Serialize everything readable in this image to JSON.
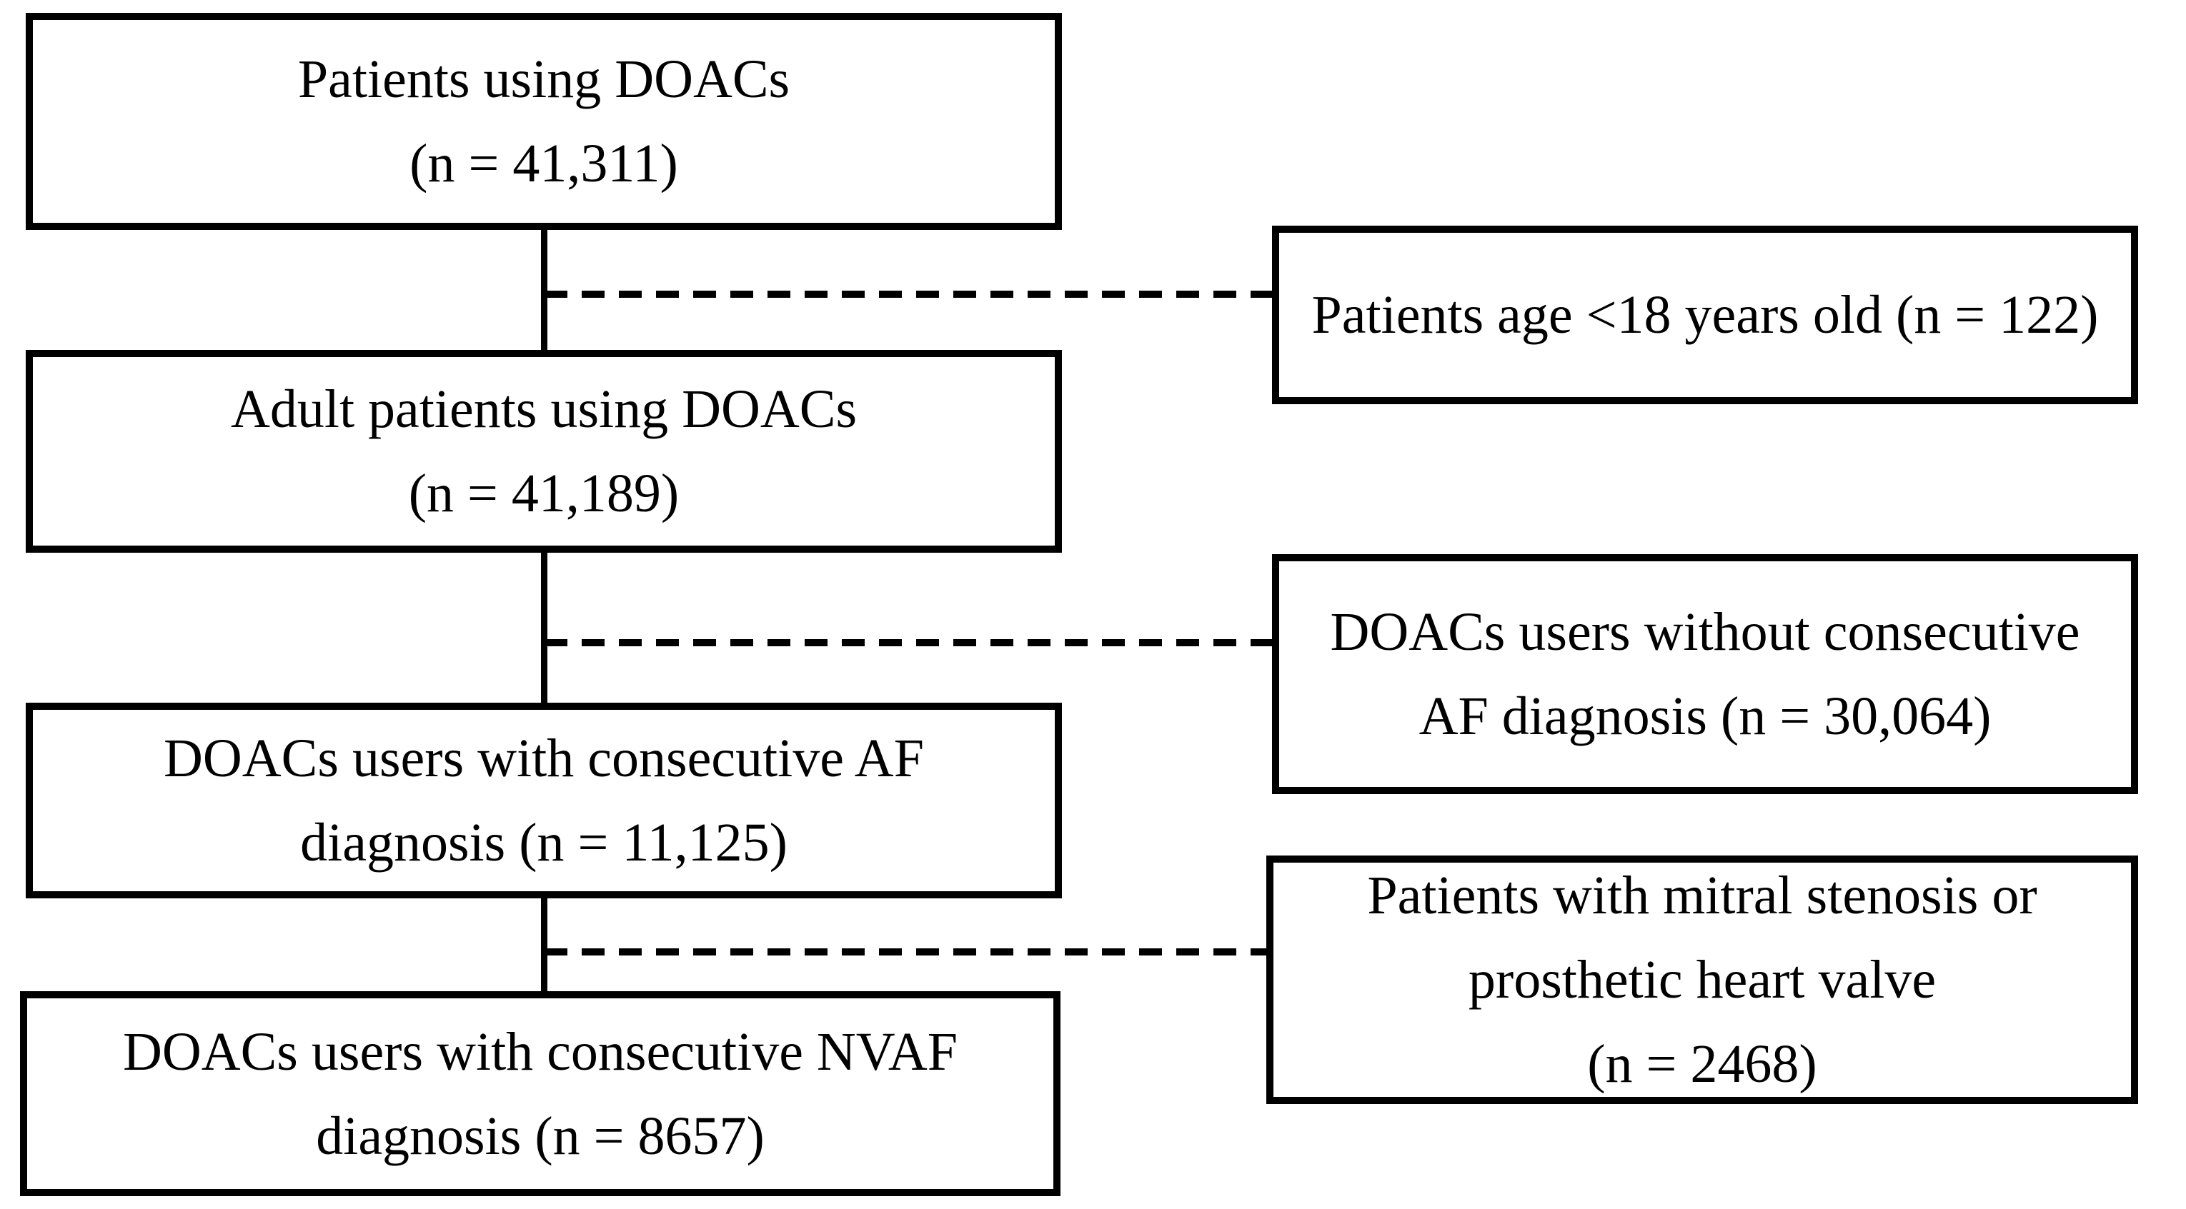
{
  "diagram": {
    "type": "flowchart",
    "colors": {
      "background": "#ffffff",
      "box_fill": "#ffffff",
      "box_border": "#000000",
      "text": "#000000",
      "connector": "#000000"
    },
    "flow_boxes": [
      {
        "id": "patients-using-doacs",
        "lines": [
          "Patients using DOACs",
          "(n = 41,311)"
        ]
      },
      {
        "id": "adult-patients-using-doacs",
        "lines": [
          "Adult patients using DOACs",
          "(n = 41,189)"
        ]
      },
      {
        "id": "doacs-users-consecutive-af",
        "lines": [
          "DOACs users with consecutive AF",
          "diagnosis (n = 11,125)"
        ]
      },
      {
        "id": "doacs-users-consecutive-nvaf",
        "lines": [
          "DOACs users with consecutive NVAF",
          "diagnosis (n = 8657)"
        ]
      }
    ],
    "exclusion_boxes": [
      {
        "id": "excluded-age",
        "lines": [
          "Patients age <18 years old (n = 122)"
        ]
      },
      {
        "id": "excluded-no-af",
        "lines": [
          "DOACs users without consecutive",
          "AF diagnosis (n = 30,064)"
        ]
      },
      {
        "id": "excluded-mitral-stenosis",
        "lines": [
          "Patients with mitral stenosis or",
          "prosthetic heart valve",
          "(n = 2468)"
        ]
      }
    ]
  }
}
